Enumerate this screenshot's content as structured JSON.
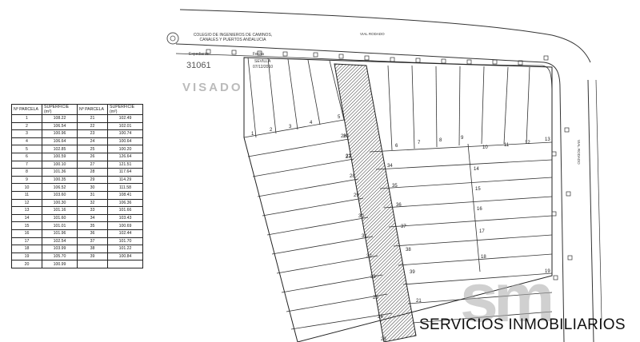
{
  "table": {
    "headers": [
      "Nº PARCELA",
      "SUPERFICIE (m²)",
      "Nº PARCELA",
      "SUPERFICIE (m²)"
    ],
    "rows": [
      [
        "1",
        "108.22",
        "21",
        "102.49"
      ],
      [
        "2",
        "106.54",
        "22",
        "102.01"
      ],
      [
        "3",
        "100.96",
        "23",
        "100.74"
      ],
      [
        "4",
        "106.64",
        "24",
        "100.64"
      ],
      [
        "5",
        "102.85",
        "25",
        "100.20"
      ],
      [
        "6",
        "100.59",
        "26",
        "126.64"
      ],
      [
        "7",
        "100.10",
        "27",
        "121.51"
      ],
      [
        "8",
        "101.36",
        "28",
        "117.64"
      ],
      [
        "9",
        "100.35",
        "29",
        "114.29"
      ],
      [
        "10",
        "106.52",
        "30",
        "111.58"
      ],
      [
        "11",
        "103.60",
        "31",
        "108.41"
      ],
      [
        "12",
        "100.30",
        "32",
        "106.36"
      ],
      [
        "13",
        "101.16",
        "33",
        "101.66"
      ],
      [
        "14",
        "101.60",
        "34",
        "103.43"
      ],
      [
        "15",
        "101.01",
        "35",
        "100.69"
      ],
      [
        "16",
        "101.96",
        "36",
        "102.44"
      ],
      [
        "17",
        "102.54",
        "37",
        "101.70"
      ],
      [
        "18",
        "103.99",
        "38",
        "101.22"
      ],
      [
        "19",
        "105.70",
        "39",
        "100.84"
      ],
      [
        "20",
        "100.99",
        "",
        ""
      ]
    ]
  },
  "stamp": {
    "title": "COLEGIO DE INGENIEROS DE CAMINOS, CANALES Y PUERTOS ANDALUCIA",
    "expediente_label": "Expediente",
    "fecha_label": "Fecha",
    "number": "31061",
    "city": "SEVILLA",
    "date": "07/12/2010",
    "visado": "VISADO"
  },
  "streets": {
    "top": "VIAL RODADO",
    "right": "VIAL RODADO",
    "strip": "VIAL"
  },
  "brand": {
    "logo": "sm",
    "name": "SERVICIOS INMOBILIARIOS"
  },
  "plot_labels": {
    "p1": "1",
    "p2": "2",
    "p3": "3",
    "p4": "4",
    "p5": "5",
    "p6": "6",
    "p7": "7",
    "p8": "8",
    "p9": "9",
    "p10": "10",
    "p11": "11",
    "p12": "12",
    "p13": "13",
    "p14": "14",
    "p15": "15",
    "p16": "16",
    "p17": "17",
    "p18": "18",
    "p19": "19",
    "p20": "20",
    "p21": "21",
    "p22": "22",
    "p23": "23",
    "p24": "24",
    "p25": "25",
    "p26": "26",
    "p27": "27",
    "p28": "28",
    "p29": "29",
    "p30": "30",
    "p31": "31",
    "p32": "32",
    "p33": "33",
    "p34": "34",
    "p35": "35",
    "p36": "36",
    "p37": "37",
    "p38": "38",
    "p39": "39"
  }
}
